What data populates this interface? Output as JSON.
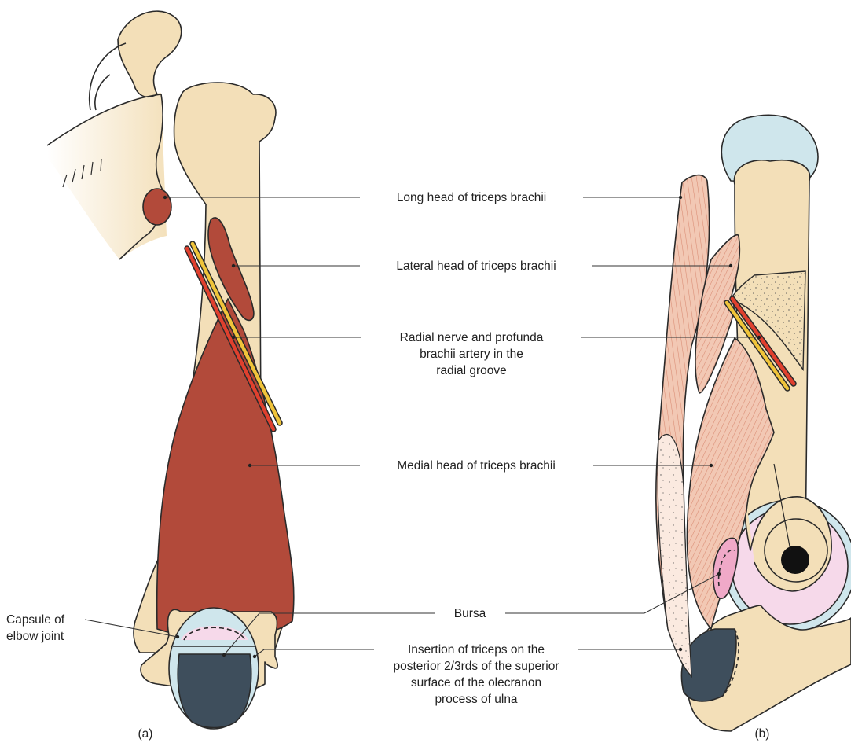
{
  "panels": {
    "a": "(a)",
    "b": "(b)"
  },
  "labels": {
    "long_head": "Long head of triceps brachii",
    "lateral_head": "Lateral head of triceps brachii",
    "radial_nerve_1": "Radial nerve and profunda",
    "radial_nerve_2": "brachii artery in the",
    "radial_nerve_3": "radial groove",
    "medial_head": "Medial head of triceps brachii",
    "bursa": "Bursa",
    "capsule_1": "Capsule of",
    "capsule_2": "elbow joint",
    "insertion_1": "Insertion of triceps on the",
    "insertion_2": "posterior 2/3rds of the superior",
    "insertion_3": "surface of the olecranon",
    "insertion_4": "process of ulna"
  },
  "colors": {
    "bone": "#f3dfb8",
    "muscle": "#b24a3a",
    "muscle_fibers": "#e6a58e",
    "nerve": "#f0c43a",
    "artery": "#e0402e",
    "cartilage": "#cfe6ec",
    "capsule": "#f6d9ea",
    "insertion": "#3e4e5c"
  }
}
